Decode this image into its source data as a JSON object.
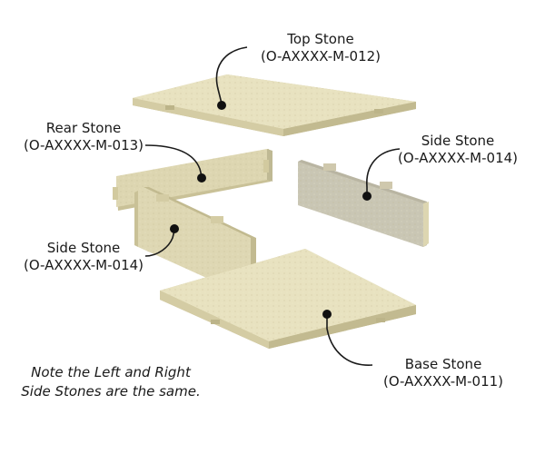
{
  "labels": {
    "top_stone": {
      "name": "Top Stone",
      "code": "(O-AXXXX-M-012)"
    },
    "rear_stone": {
      "name": "Rear Stone",
      "code": "(O-AXXXX-M-013)"
    },
    "side_stone_right": {
      "name": "Side Stone",
      "code": "(O-AXXXX-M-014)"
    },
    "side_stone_left": {
      "name": "Side Stone",
      "code": "(O-AXXXX-M-014)"
    },
    "base_stone": {
      "name": "Base Stone",
      "code": "(O-AXXXX-M-011)"
    }
  },
  "note": {
    "line1": "Note the Left and Right",
    "line2": "Side Stones are the same."
  },
  "colors": {
    "stone_top": "#e8e2c0",
    "stone_edge": "#c9c197",
    "stone_face": "#dcd5b0",
    "stone_shadow": "#bfb994",
    "side_right_face": "#c9c6b4",
    "leader_line": "#1a1a1a"
  }
}
